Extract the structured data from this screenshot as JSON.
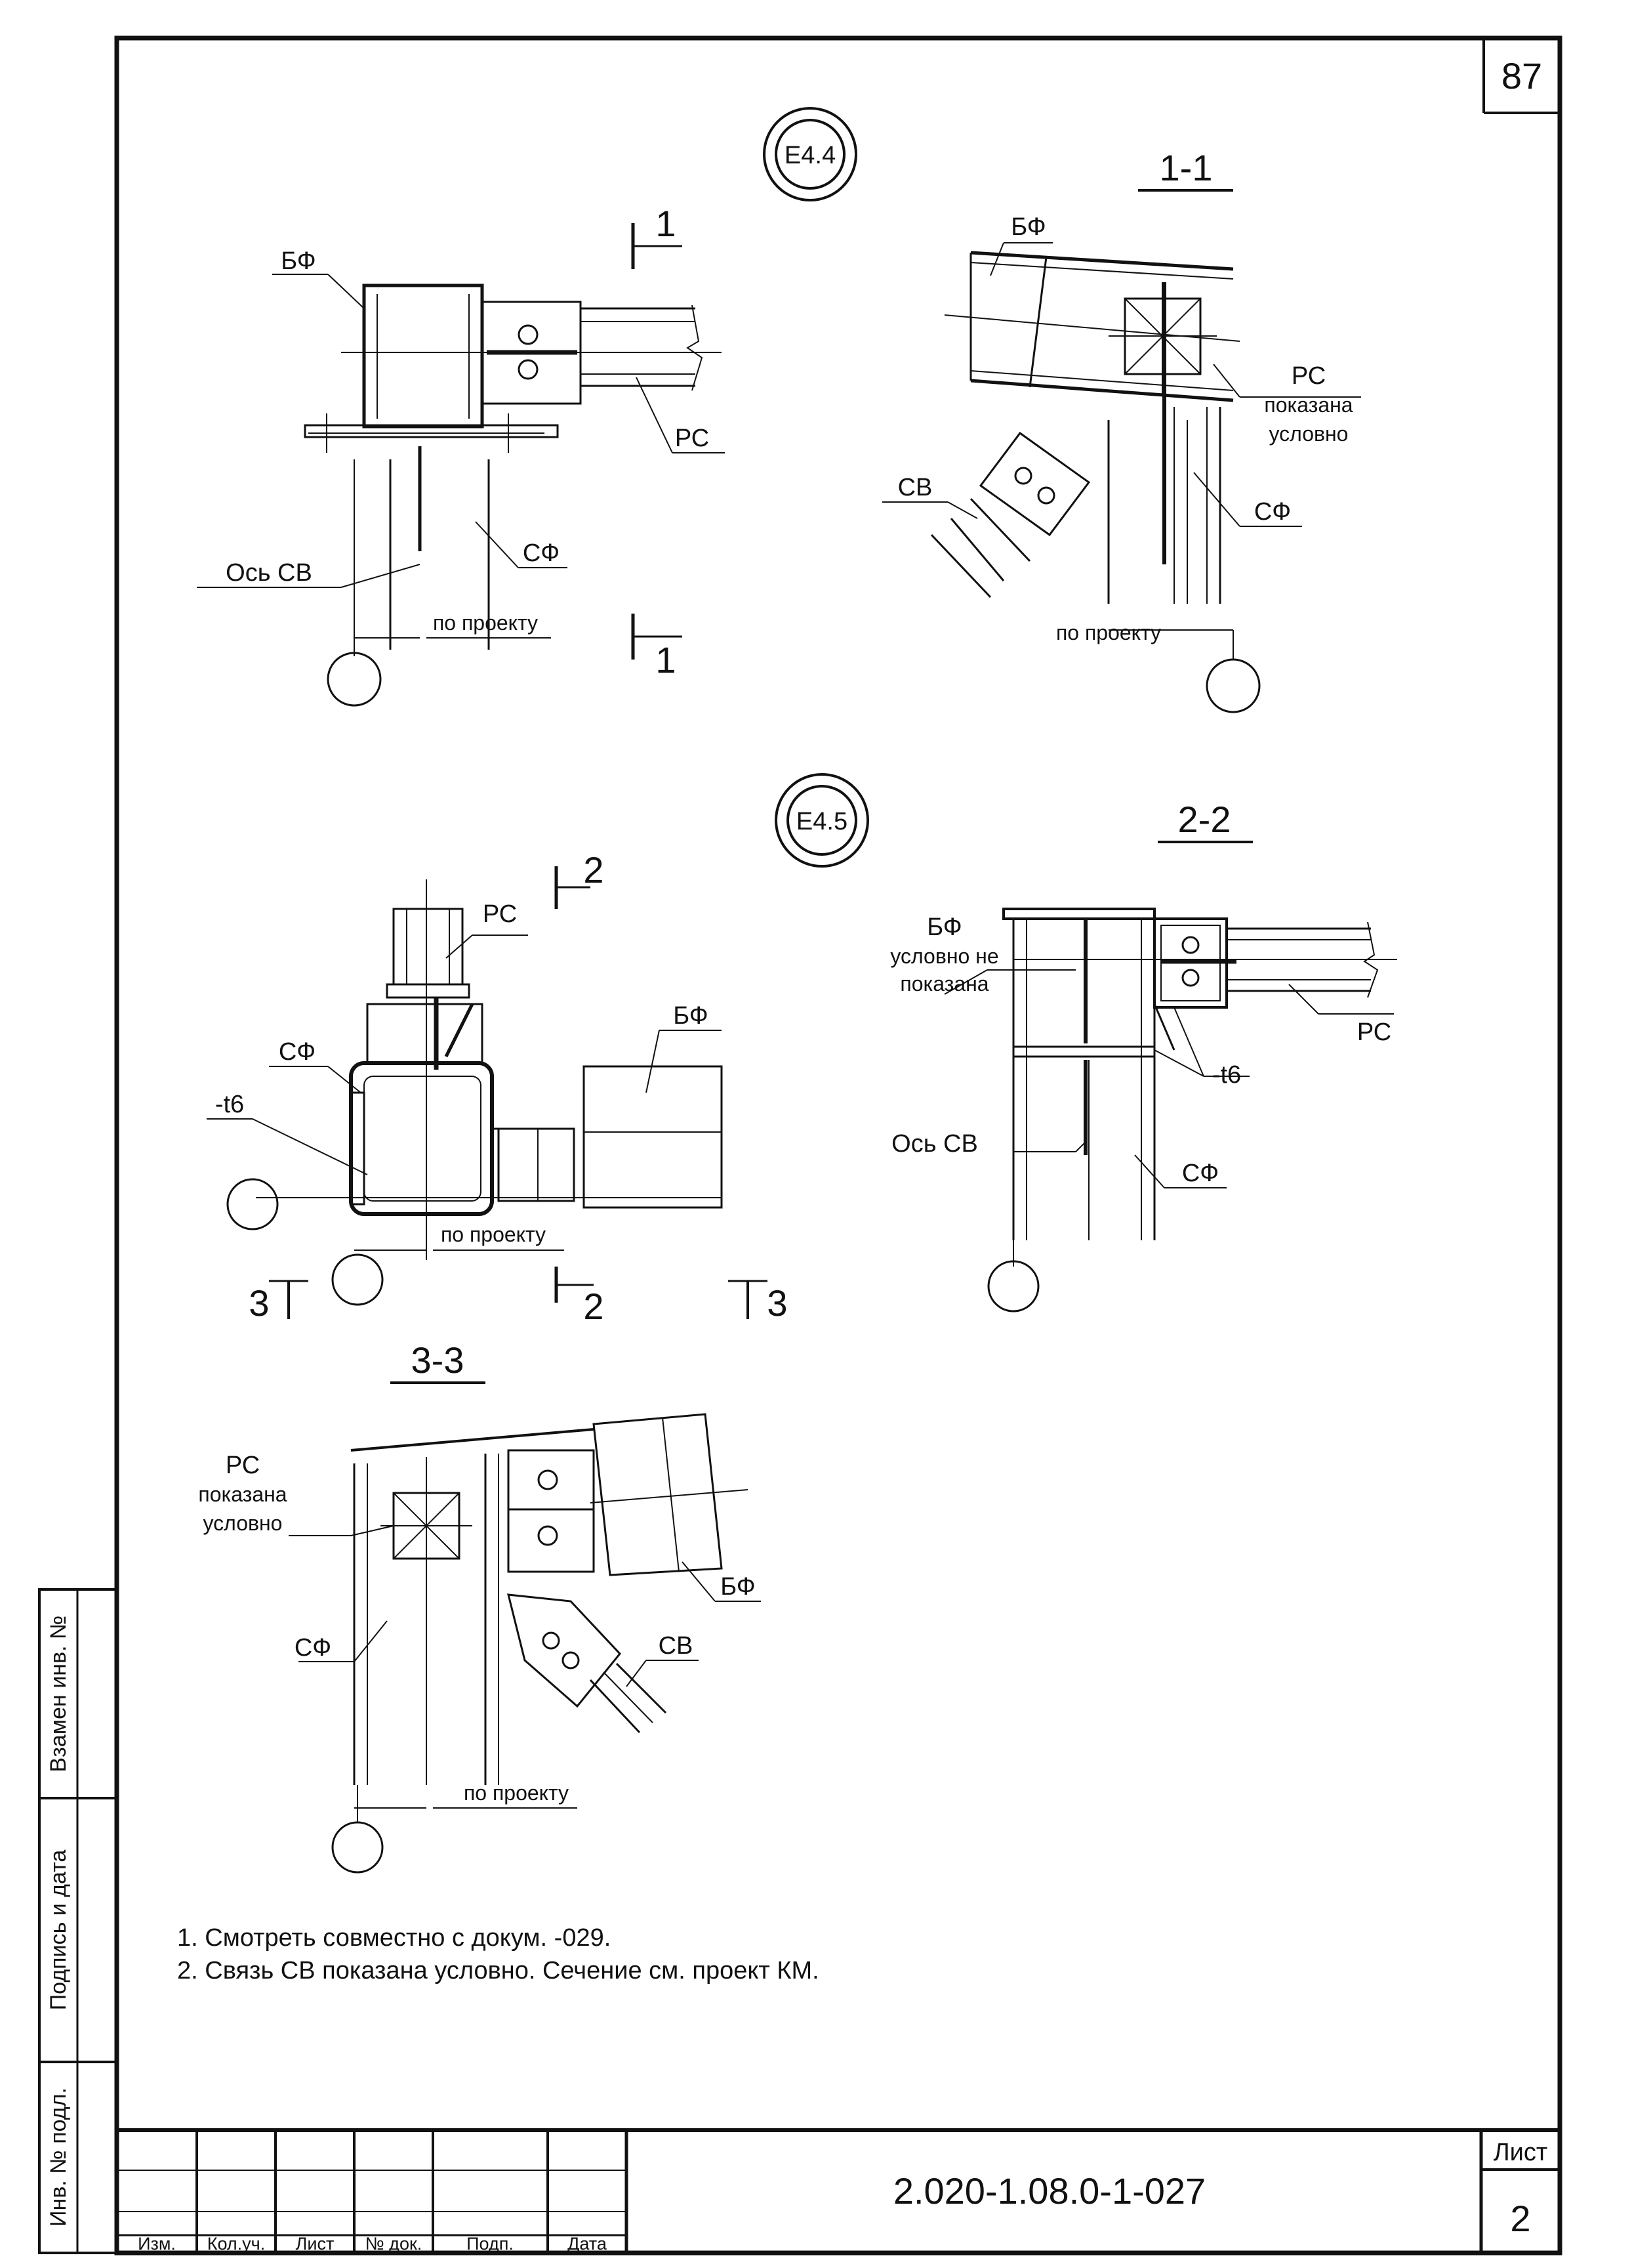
{
  "sheet": {
    "page_number": "87",
    "document_code": "2.020-1.08.0-1-027",
    "sheet_label": "Лист",
    "sheet_number": "2"
  },
  "circles": {
    "e44": "Е4.4",
    "e45": "Е4.5"
  },
  "sections": {
    "s11": "1-1",
    "s22": "2-2",
    "s33": "3-3"
  },
  "cut_marks": {
    "n1": "1",
    "n2": "2",
    "n3": "3"
  },
  "labels": {
    "bf": "БФ",
    "rs": "РС",
    "sf": "СФ",
    "sv": "СВ",
    "os_sv": "Ось СВ",
    "po_proektu": "по проекту",
    "t6": "-t6",
    "rs_show_1": "РС",
    "rs_show_2": "показана",
    "rs_show_3": "условно",
    "bf_cond_1": "БФ",
    "bf_cond_2": "условно не",
    "bf_cond_3": "показана"
  },
  "notes": [
    "1. Смотреть совместно с докум. -029.",
    "2. Связь СВ показана условно. Сечение см. проект КМ."
  ],
  "title_block": {
    "cols": [
      "Изм.",
      "Кол.уч.",
      "Лист",
      "№ док.",
      "Подп.",
      "Дата"
    ]
  },
  "side_stamp": {
    "a": "Взамен инв. №",
    "b": "Подпись и дата",
    "c": "Инв. № подл."
  }
}
